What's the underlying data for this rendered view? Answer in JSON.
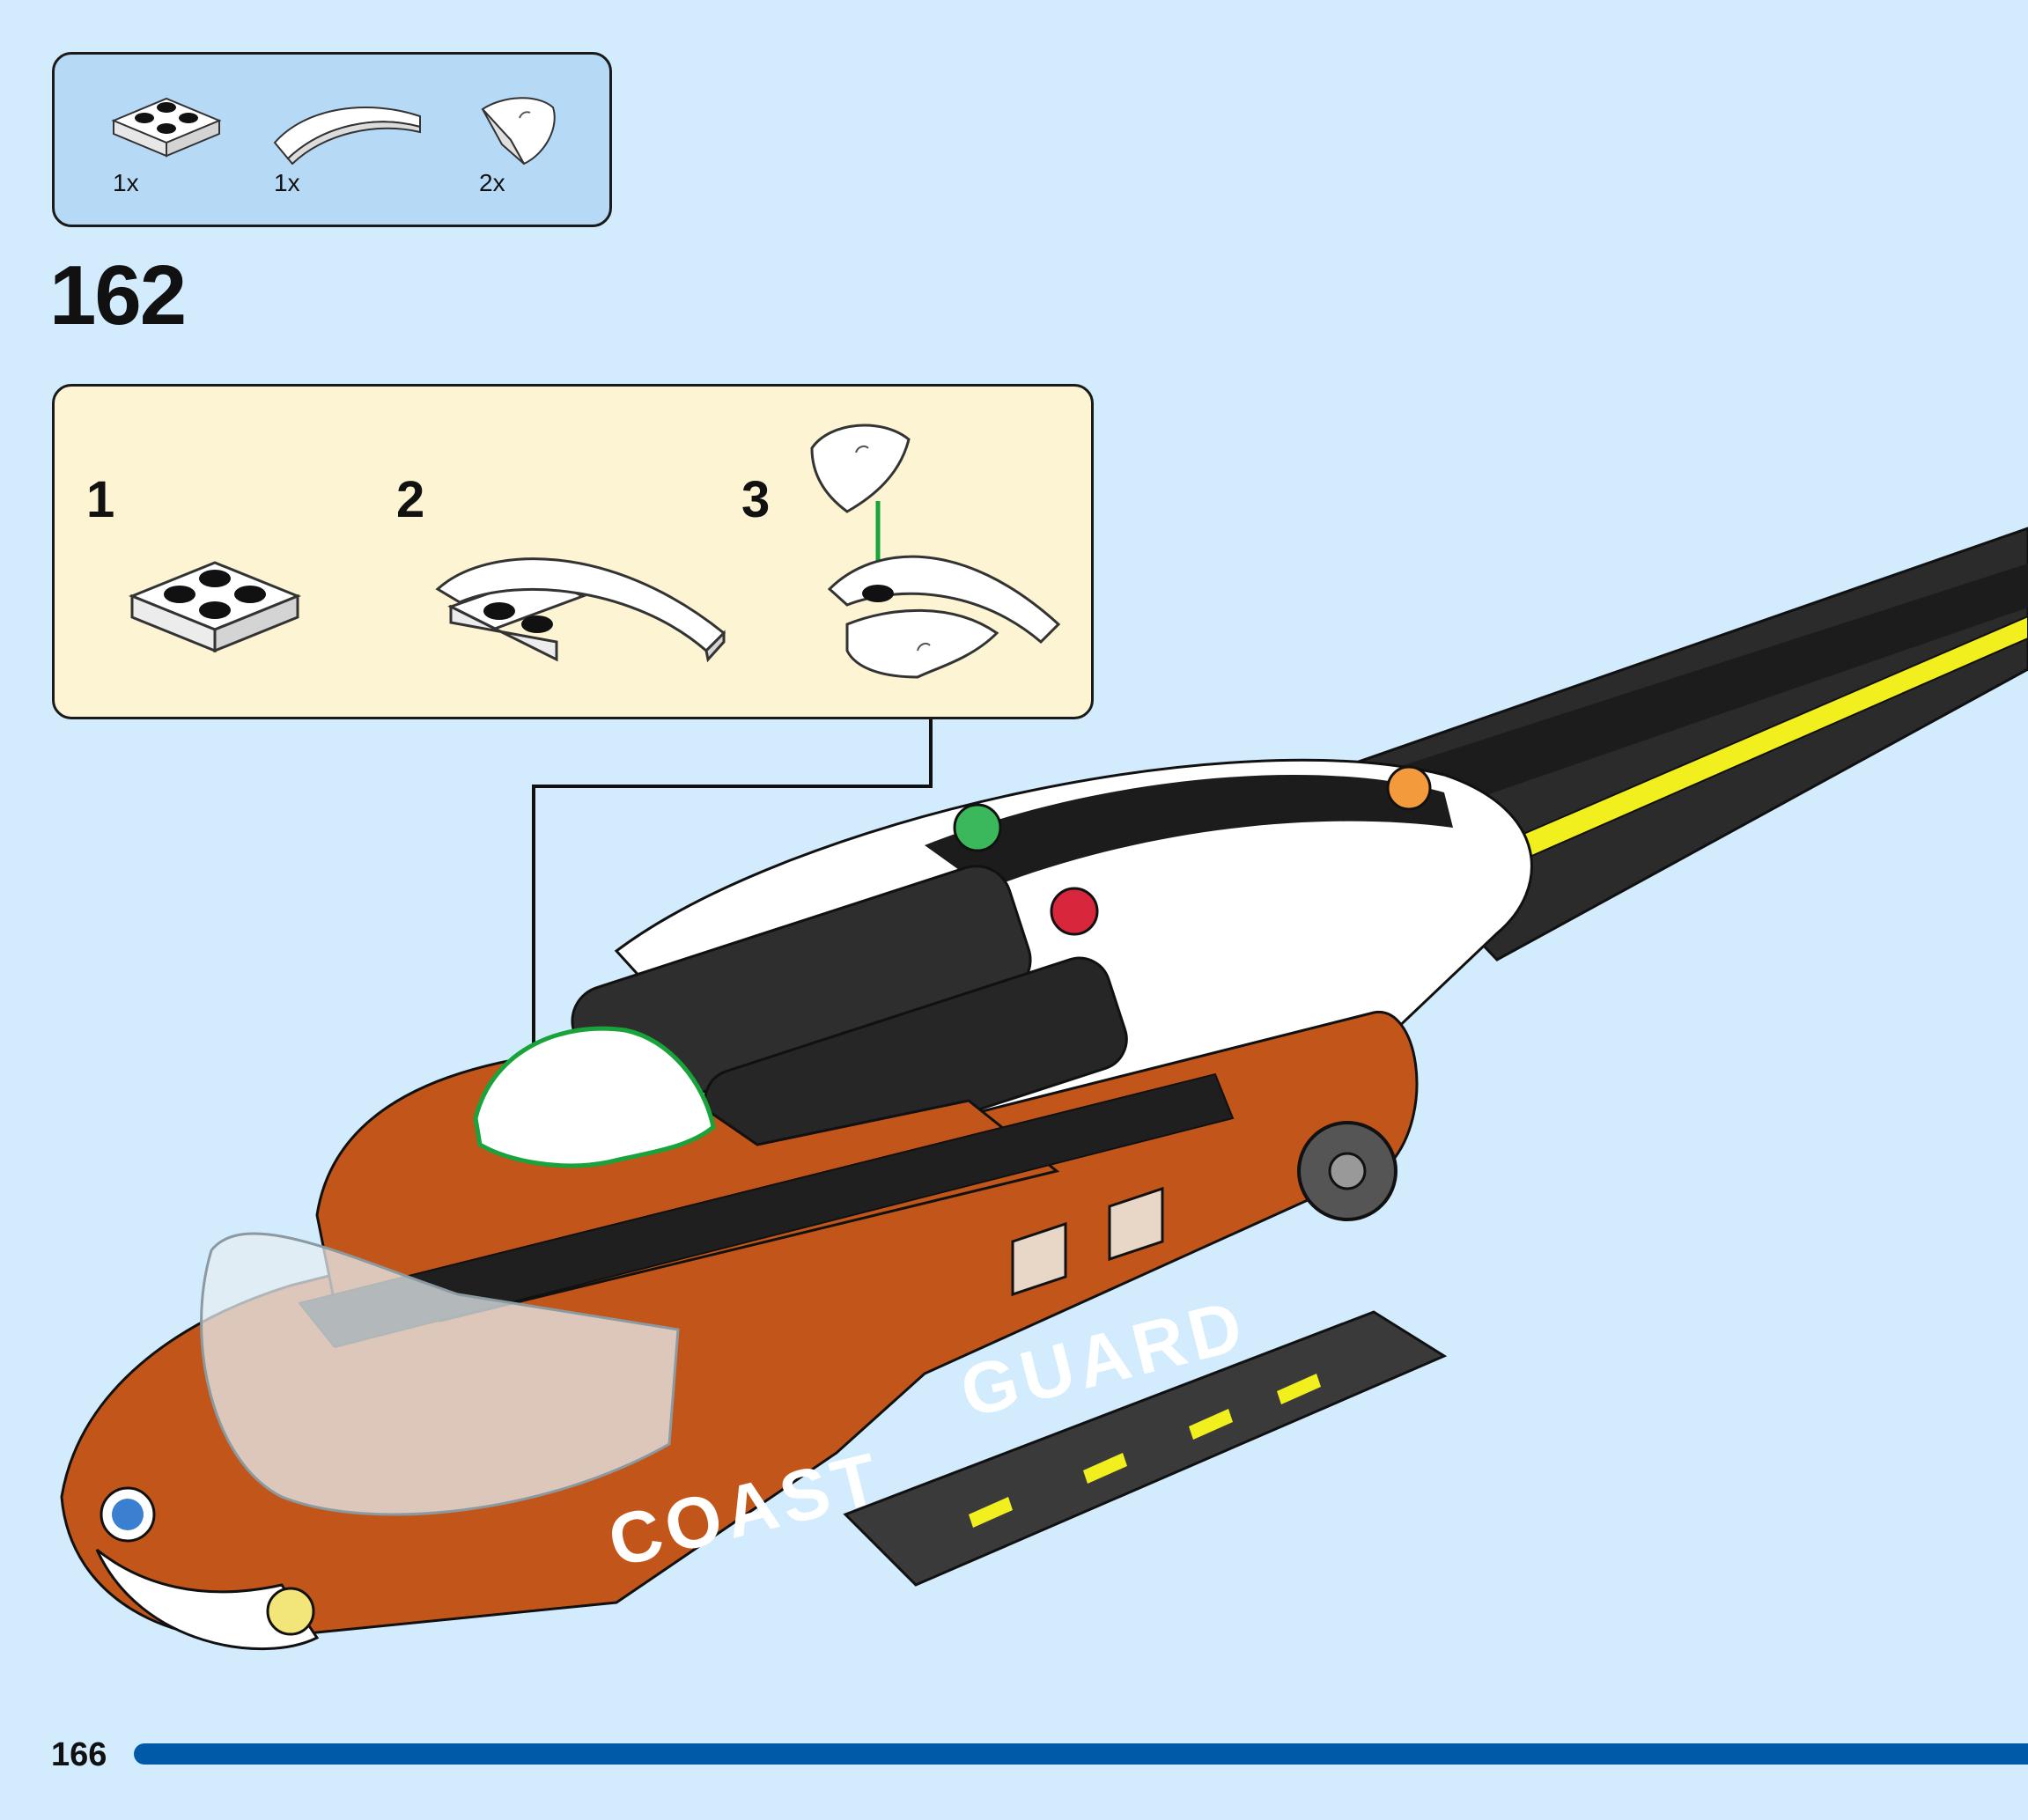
{
  "parts_list": {
    "items": [
      {
        "name": "plate-2x2",
        "quantity": "1x"
      },
      {
        "name": "curved-slope-2x4",
        "quantity": "1x"
      },
      {
        "name": "curved-slope-corner",
        "quantity": "2x"
      }
    ]
  },
  "step": {
    "number": "162"
  },
  "sub_steps": [
    "1",
    "2",
    "3"
  ],
  "model": {
    "livery_text_1": "COAST",
    "livery_text_2": "GUARD"
  },
  "footer": {
    "page_number": "166"
  },
  "colors": {
    "background": "#d3ecfd",
    "parts_box": "#b6d9f6",
    "substep_box": "#fdf4d3",
    "orange_body": "#c2561a",
    "footer_bar": "#005aa8",
    "highlight_outline": "#18a33b"
  }
}
